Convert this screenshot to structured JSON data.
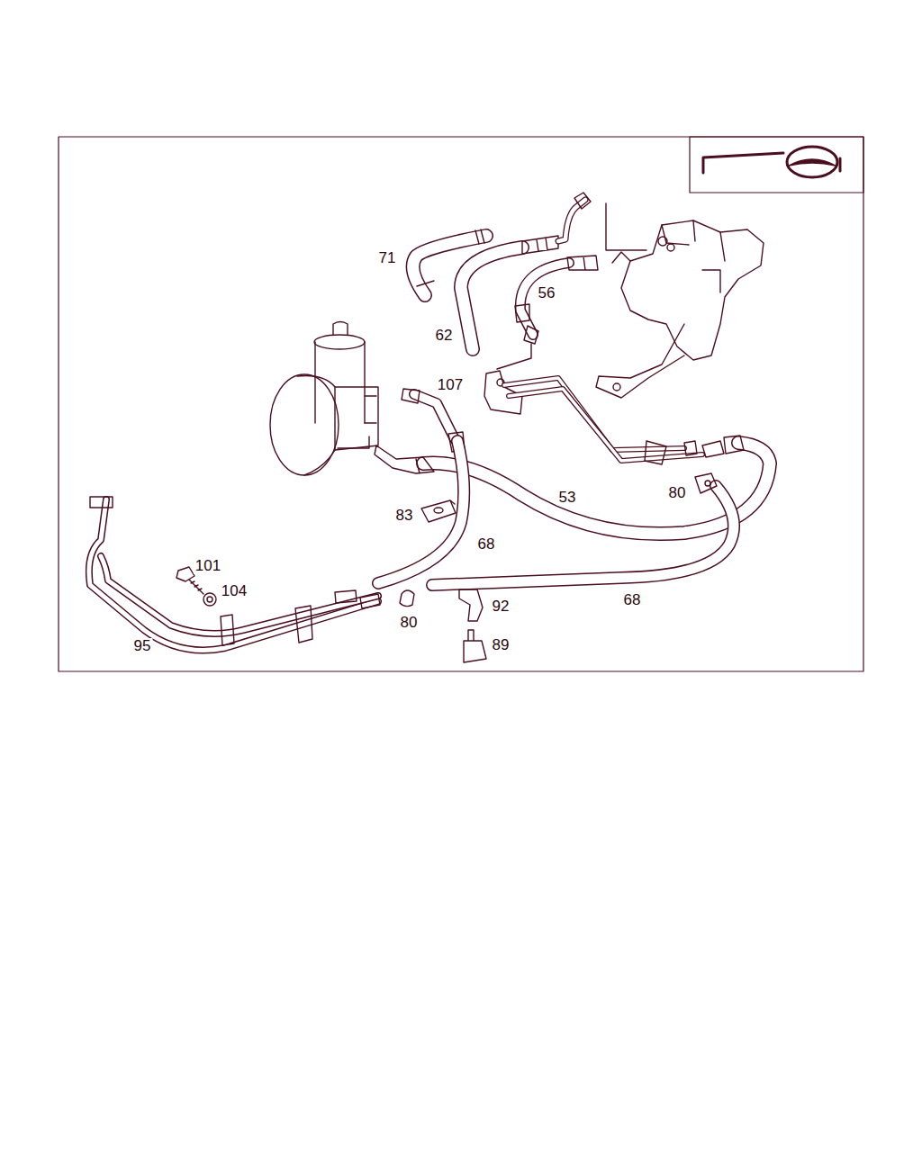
{
  "diagram": {
    "labels": [
      "71",
      "56",
      "62",
      "107",
      "80",
      "53",
      "83",
      "68",
      "101",
      "104",
      "68",
      "92",
      "80",
      "89",
      "95"
    ]
  }
}
